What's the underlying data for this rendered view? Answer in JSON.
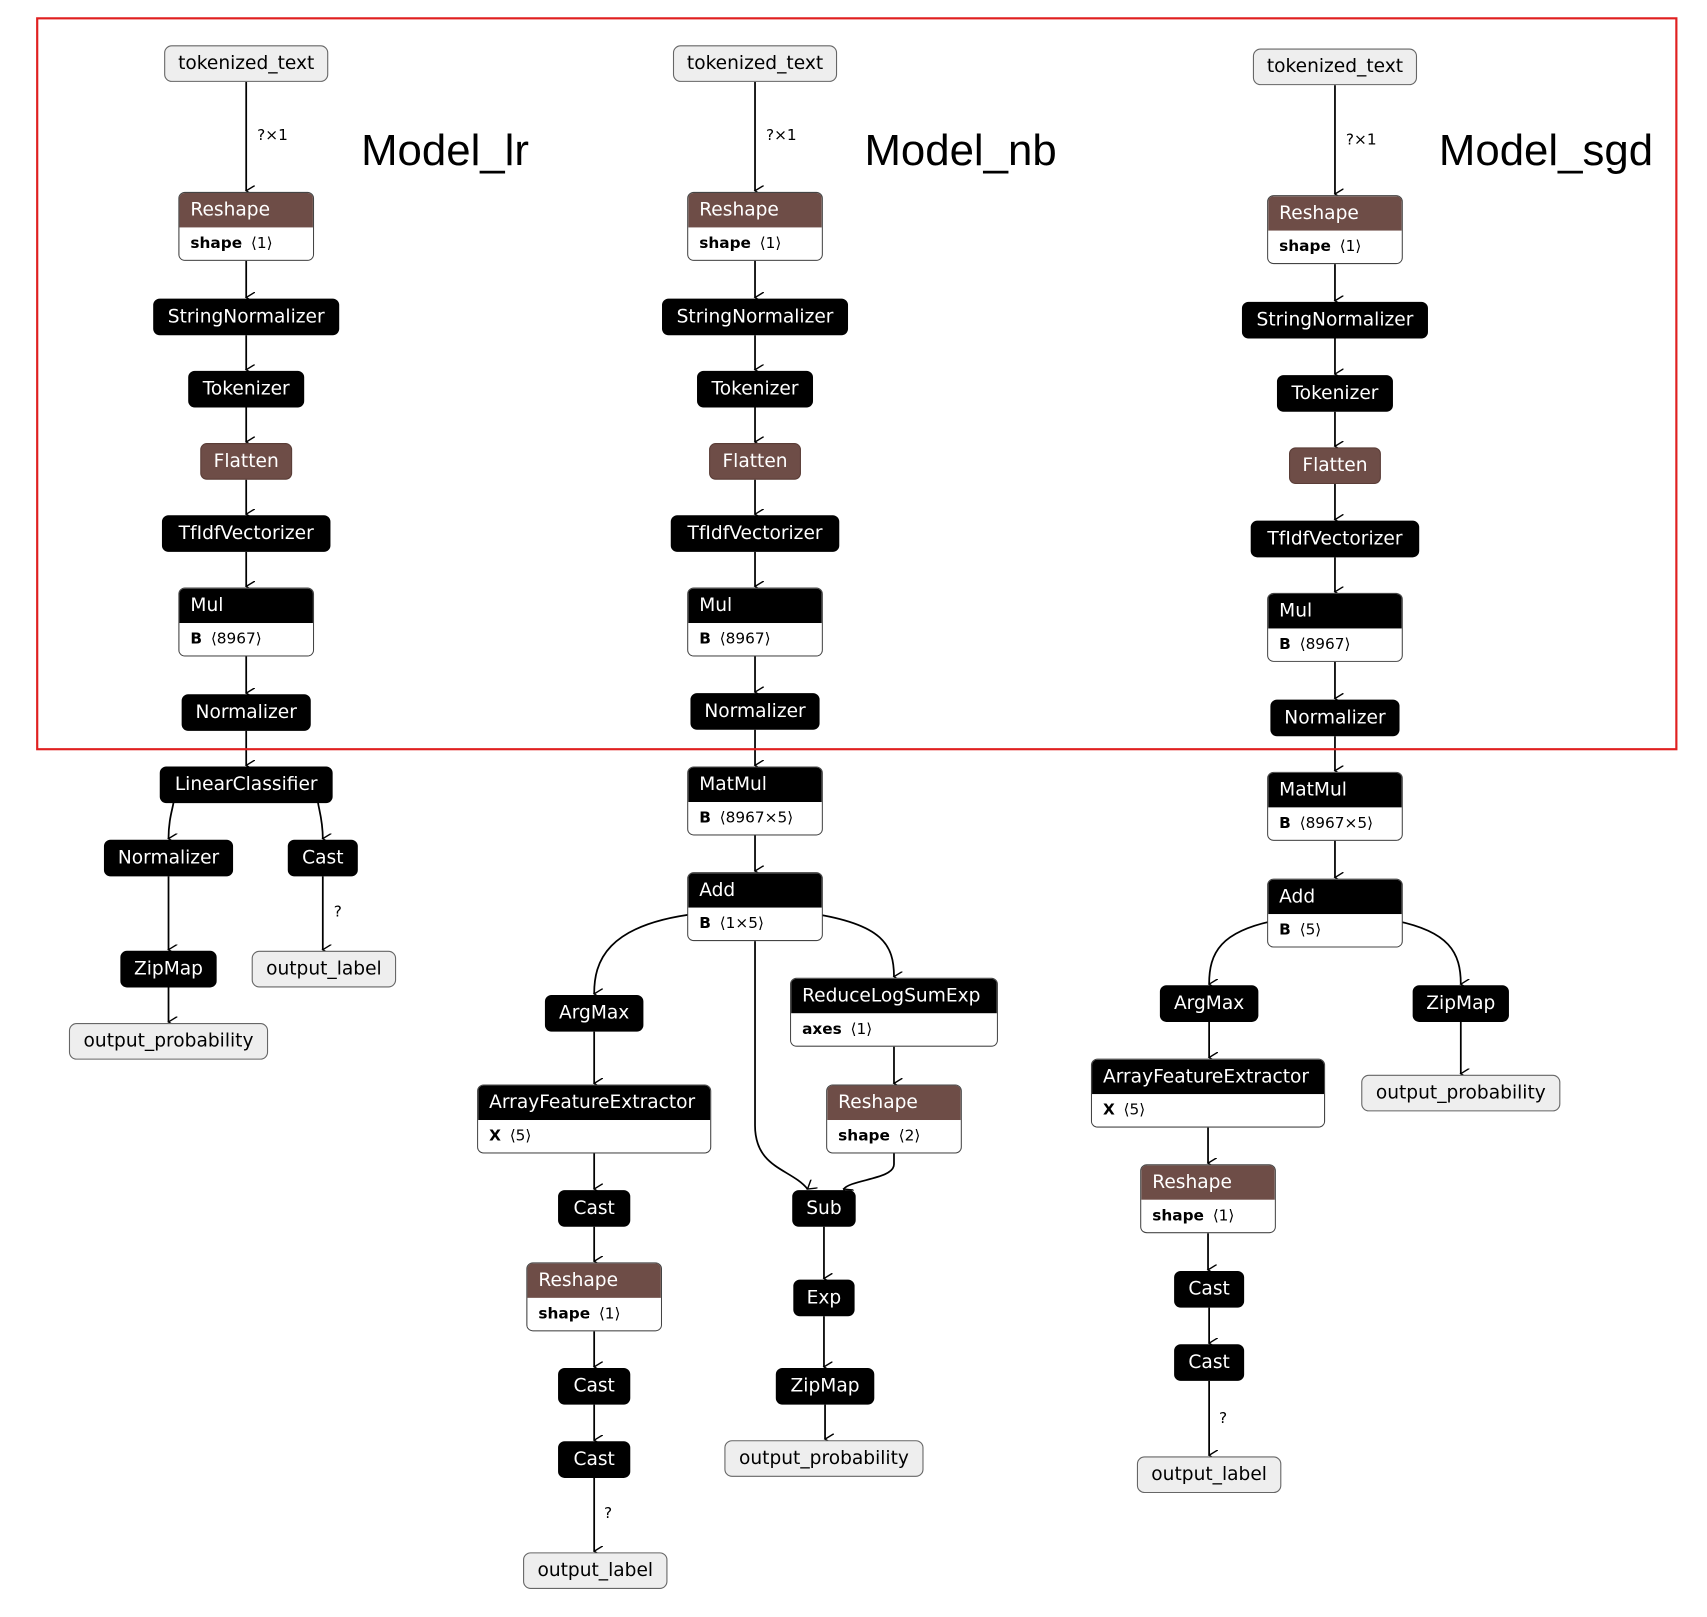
{
  "models": [
    {
      "title": "Model_lr",
      "nodes": [
        {
          "id": "input",
          "kind": "io",
          "label": "tokenized_text"
        },
        {
          "id": "reshape",
          "kind": "sh",
          "label": "Reshape",
          "attr_key": "shape",
          "attr_val": "⟨1⟩"
        },
        {
          "id": "strnorm",
          "kind": "op",
          "label": "StringNormalizer"
        },
        {
          "id": "tokenizer",
          "kind": "op",
          "label": "Tokenizer"
        },
        {
          "id": "flatten",
          "kind": "sh",
          "label": "Flatten"
        },
        {
          "id": "tfidf",
          "kind": "op",
          "label": "TfIdfVectorizer"
        },
        {
          "id": "mul",
          "kind": "op",
          "label": "Mul",
          "attr_key": "B",
          "attr_val": "⟨8967⟩"
        },
        {
          "id": "normalizer",
          "kind": "op",
          "label": "Normalizer"
        },
        {
          "id": "linclf",
          "kind": "op",
          "label": "LinearClassifier"
        },
        {
          "id": "normalizer2",
          "kind": "op",
          "label": "Normalizer"
        },
        {
          "id": "cast",
          "kind": "op",
          "label": "Cast"
        },
        {
          "id": "zipmap",
          "kind": "op",
          "label": "ZipMap"
        },
        {
          "id": "out_label",
          "kind": "io",
          "label": "output_label"
        },
        {
          "id": "out_prob",
          "kind": "io",
          "label": "output_probability"
        }
      ],
      "edge_labels": [
        "?×1",
        "?"
      ]
    },
    {
      "title": "Model_nb",
      "nodes": [
        {
          "id": "input",
          "kind": "io",
          "label": "tokenized_text"
        },
        {
          "id": "reshape",
          "kind": "sh",
          "label": "Reshape",
          "attr_key": "shape",
          "attr_val": "⟨1⟩"
        },
        {
          "id": "strnorm",
          "kind": "op",
          "label": "StringNormalizer"
        },
        {
          "id": "tokenizer",
          "kind": "op",
          "label": "Tokenizer"
        },
        {
          "id": "flatten",
          "kind": "sh",
          "label": "Flatten"
        },
        {
          "id": "tfidf",
          "kind": "op",
          "label": "TfIdfVectorizer"
        },
        {
          "id": "mul",
          "kind": "op",
          "label": "Mul",
          "attr_key": "B",
          "attr_val": "⟨8967⟩"
        },
        {
          "id": "normalizer",
          "kind": "op",
          "label": "Normalizer"
        },
        {
          "id": "matmul",
          "kind": "op",
          "label": "MatMul",
          "attr_key": "B",
          "attr_val": "⟨8967×5⟩"
        },
        {
          "id": "add",
          "kind": "op",
          "label": "Add",
          "attr_key": "B",
          "attr_val": "⟨1×5⟩"
        },
        {
          "id": "argmax",
          "kind": "op",
          "label": "ArgMax"
        },
        {
          "id": "rlse",
          "kind": "op",
          "label": "ReduceLogSumExp",
          "attr_key": "axes",
          "attr_val": "⟨1⟩"
        },
        {
          "id": "afe",
          "kind": "op",
          "label": "ArrayFeatureExtractor",
          "attr_key": "X",
          "attr_val": "⟨5⟩"
        },
        {
          "id": "reshape2",
          "kind": "sh",
          "label": "Reshape",
          "attr_key": "shape",
          "attr_val": "⟨2⟩"
        },
        {
          "id": "cast1",
          "kind": "op",
          "label": "Cast"
        },
        {
          "id": "sub",
          "kind": "op",
          "label": "Sub"
        },
        {
          "id": "reshape3",
          "kind": "sh",
          "label": "Reshape",
          "attr_key": "shape",
          "attr_val": "⟨1⟩"
        },
        {
          "id": "exp",
          "kind": "op",
          "label": "Exp"
        },
        {
          "id": "cast2",
          "kind": "op",
          "label": "Cast"
        },
        {
          "id": "zipmap",
          "kind": "op",
          "label": "ZipMap"
        },
        {
          "id": "cast3",
          "kind": "op",
          "label": "Cast"
        },
        {
          "id": "out_prob",
          "kind": "io",
          "label": "output_probability"
        },
        {
          "id": "out_label",
          "kind": "io",
          "label": "output_label"
        }
      ],
      "edge_labels": [
        "?×1",
        "?"
      ]
    },
    {
      "title": "Model_sgd",
      "nodes": [
        {
          "id": "input",
          "kind": "io",
          "label": "tokenized_text"
        },
        {
          "id": "reshape",
          "kind": "sh",
          "label": "Reshape",
          "attr_key": "shape",
          "attr_val": "⟨1⟩"
        },
        {
          "id": "strnorm",
          "kind": "op",
          "label": "StringNormalizer"
        },
        {
          "id": "tokenizer",
          "kind": "op",
          "label": "Tokenizer"
        },
        {
          "id": "flatten",
          "kind": "sh",
          "label": "Flatten"
        },
        {
          "id": "tfidf",
          "kind": "op",
          "label": "TfIdfVectorizer"
        },
        {
          "id": "mul",
          "kind": "op",
          "label": "Mul",
          "attr_key": "B",
          "attr_val": "⟨8967⟩"
        },
        {
          "id": "normalizer",
          "kind": "op",
          "label": "Normalizer"
        },
        {
          "id": "matmul",
          "kind": "op",
          "label": "MatMul",
          "attr_key": "B",
          "attr_val": "⟨8967×5⟩"
        },
        {
          "id": "add",
          "kind": "op",
          "label": "Add",
          "attr_key": "B",
          "attr_val": "⟨5⟩"
        },
        {
          "id": "argmax",
          "kind": "op",
          "label": "ArgMax"
        },
        {
          "id": "zipmap",
          "kind": "op",
          "label": "ZipMap"
        },
        {
          "id": "afe",
          "kind": "op",
          "label": "ArrayFeatureExtractor",
          "attr_key": "X",
          "attr_val": "⟨5⟩"
        },
        {
          "id": "out_prob",
          "kind": "io",
          "label": "output_probability"
        },
        {
          "id": "reshape2",
          "kind": "sh",
          "label": "Reshape",
          "attr_key": "shape",
          "attr_val": "⟨1⟩"
        },
        {
          "id": "cast1",
          "kind": "op",
          "label": "Cast"
        },
        {
          "id": "cast2",
          "kind": "op",
          "label": "Cast"
        },
        {
          "id": "out_label",
          "kind": "io",
          "label": "output_label"
        }
      ],
      "edge_labels": [
        "?×1",
        "?"
      ]
    }
  ],
  "colors": {
    "operator": "#000000",
    "shape_op": "#6e4d47",
    "io": "#eeeeee",
    "highlight_box": "#e02020"
  }
}
